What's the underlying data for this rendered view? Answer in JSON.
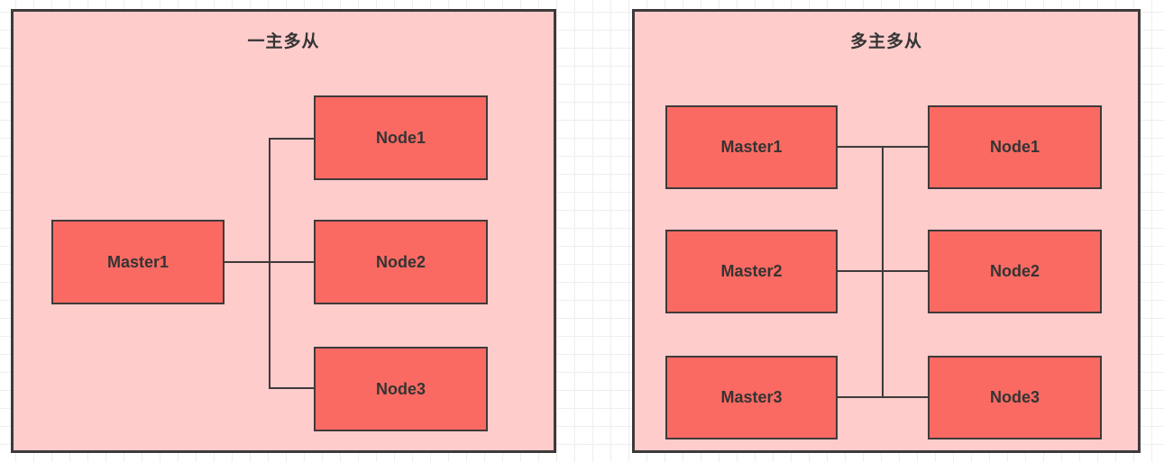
{
  "colors": {
    "page_bg": "#ffffff",
    "grid_line": "#eeeeee",
    "panel_fill": "#fdcccb",
    "box_fill": "#fb6a62",
    "stroke": "#3f3a3a",
    "text": "#343434"
  },
  "panels": [
    {
      "title": "一主多从",
      "boxes": [
        {
          "id": "master1",
          "label": "Master1"
        },
        {
          "id": "node1",
          "label": "Node1"
        },
        {
          "id": "node2",
          "label": "Node2"
        },
        {
          "id": "node3",
          "label": "Node3"
        }
      ]
    },
    {
      "title": "多主多从",
      "boxes": [
        {
          "id": "master1",
          "label": "Master1"
        },
        {
          "id": "master2",
          "label": "Master2"
        },
        {
          "id": "master3",
          "label": "Master3"
        },
        {
          "id": "node1",
          "label": "Node1"
        },
        {
          "id": "node2",
          "label": "Node2"
        },
        {
          "id": "node3",
          "label": "Node3"
        }
      ]
    }
  ]
}
